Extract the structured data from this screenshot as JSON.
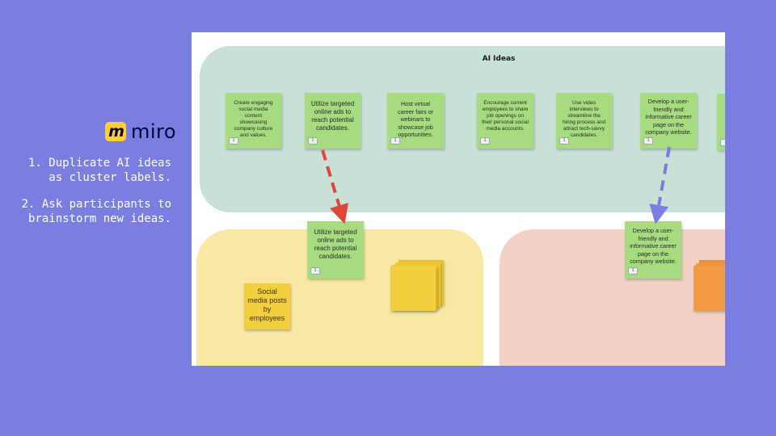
{
  "brand": {
    "badge": "m",
    "name": "miro"
  },
  "instructions": [
    "1. Duplicate AI ideas as cluster labels.",
    "2. Ask participants to brainstorm new ideas."
  ],
  "board": {
    "frame_title": "AI Ideas",
    "ai_ideas": [
      "Create engaging social media content showcasing company culture and values.",
      "Utilize targeted online ads to reach potential candidates.",
      "Host virtual career fairs or webinars to showcase job opportunities.",
      "Encourage current employees to share job openings on their personal social media accounts.",
      "Use video interviews to streamline the hiring process and attract tech-savvy candidates.",
      "Develop a user-friendly and informative career page on the company website."
    ],
    "cluster_labels": {
      "yellow": "Utilize targeted online ads to reach potential candidates.",
      "pink": "Develop a user-friendly and informative career page on the company website."
    },
    "participant_note": "Social media posts by employees",
    "avatar_label": "1",
    "colors": {
      "background": "#7b7ee0",
      "ai_sticky": "#a6dc7f",
      "arrow_red": "#e0473b",
      "arrow_blue": "#7b7ee0",
      "yellow_sticky": "#f4cf3d",
      "orange_sticky": "#f39a44"
    }
  }
}
